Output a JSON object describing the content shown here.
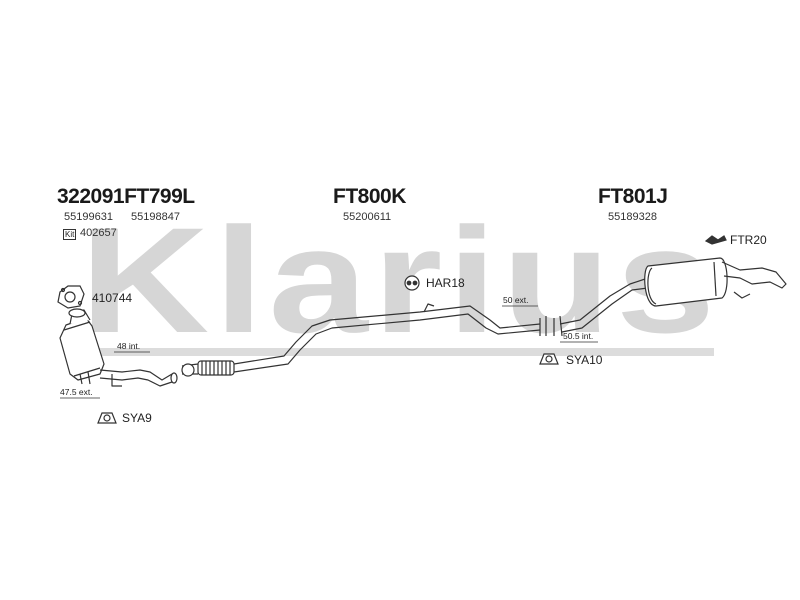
{
  "watermark": {
    "brand": "Klarius"
  },
  "groups": [
    {
      "code": "322091FT799L",
      "part_numbers": [
        "55199631",
        "55198847"
      ]
    },
    {
      "code": "FT800K",
      "part_numbers": [
        "55200611"
      ]
    },
    {
      "code": "FT801J",
      "part_numbers": [
        "55189328"
      ]
    }
  ],
  "kit": {
    "tag": "Kit",
    "number": "402657"
  },
  "parts": {
    "gasket": "410744",
    "hanger_1": "HAR18",
    "hanger_2": "FTR20",
    "mount_1": "SYA9",
    "mount_2": "SYA10"
  },
  "extensions": {
    "e48": "48 int.",
    "e47": "47.5 ext.",
    "e50": "50 ext.",
    "e50_5": "50.5 int."
  },
  "colors": {
    "line": "#333333",
    "watermark": "#cfcfcf"
  }
}
